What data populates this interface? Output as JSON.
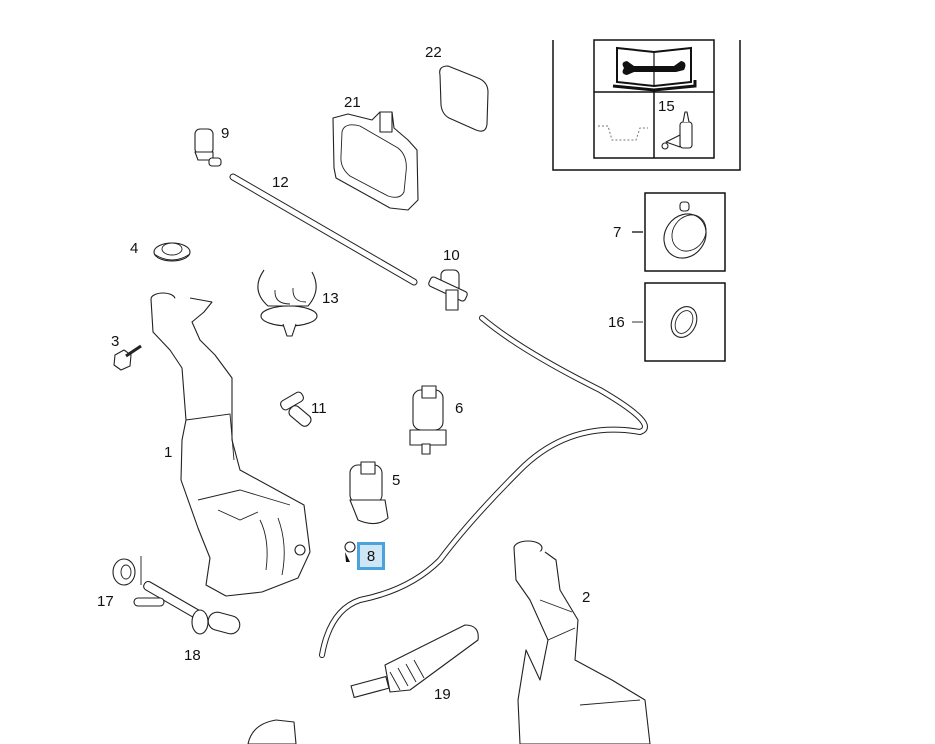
{
  "diagram": {
    "title": "Windshield washer system exploded parts view",
    "selected_callout": "8",
    "highlight_color": "#4aa3dd",
    "highlight_fill": "#cfe6f7",
    "callouts": [
      {
        "id": "1",
        "label": "1",
        "part": "washer-reservoir"
      },
      {
        "id": "2",
        "label": "2",
        "part": "washer-reservoir-alt"
      },
      {
        "id": "3",
        "label": "3",
        "part": "bolt"
      },
      {
        "id": "4",
        "label": "4",
        "part": "reservoir-cap"
      },
      {
        "id": "5",
        "label": "5",
        "part": "washer-pump"
      },
      {
        "id": "6",
        "label": "6",
        "part": "washer-pump-double"
      },
      {
        "id": "7",
        "label": "7",
        "part": "hose-clamp"
      },
      {
        "id": "8",
        "label": "8",
        "part": "grommet"
      },
      {
        "id": "9",
        "label": "9",
        "part": "check-valve"
      },
      {
        "id": "10",
        "label": "10",
        "part": "t-connector-valve"
      },
      {
        "id": "11",
        "label": "11",
        "part": "elbow-connector"
      },
      {
        "id": "12",
        "label": "12",
        "part": "hose-short"
      },
      {
        "id": "13",
        "label": "13",
        "part": "hose-clip"
      },
      {
        "id": "14",
        "label": "",
        "part": "repair-instruction"
      },
      {
        "id": "15",
        "label": "15",
        "part": "adhesive"
      },
      {
        "id": "16",
        "label": "16",
        "part": "seal-ring"
      },
      {
        "id": "17",
        "label": "17",
        "part": "grommet-level-sensor"
      },
      {
        "id": "18",
        "label": "18",
        "part": "level-sensor"
      },
      {
        "id": "19",
        "label": "19",
        "part": "wiring-harness-connector"
      },
      {
        "id": "21",
        "label": "21",
        "part": "rain-sensor"
      },
      {
        "id": "22",
        "label": "22",
        "part": "sensor-gel-pad"
      }
    ],
    "legend_box": {
      "top_icon": "repair-manual-wrench-icon",
      "bottom_left_icon": "dashed-outline-icon",
      "bottom_right_label": "15",
      "bottom_right_icon": "adhesive-bottle-icon"
    }
  }
}
